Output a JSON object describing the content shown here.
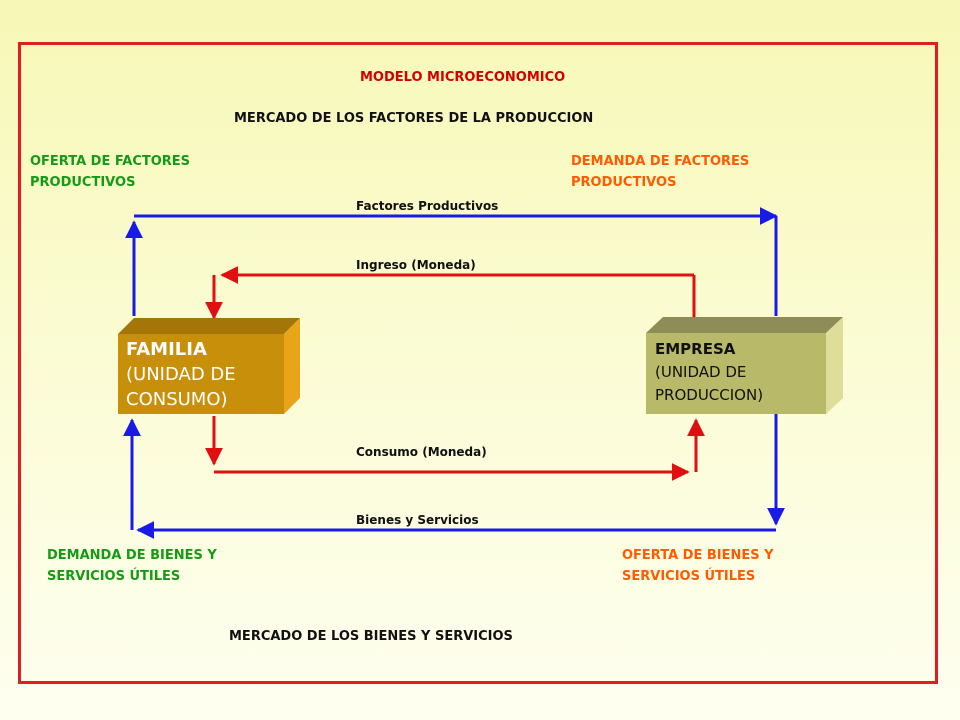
{
  "title": "MODELO MICROECONOMICO",
  "market_factors": "MERCADO DE LOS FACTORES DE LA PRODUCCION",
  "market_goods": "MERCADO DE LOS BIENES Y SERVICIOS",
  "top_left": [
    "OFERTA DE FACTORES",
    "PRODUCTIVOS"
  ],
  "top_right": [
    "DEMANDA DE FACTORES",
    "PRODUCTIVOS"
  ],
  "bottom_left": [
    "DEMANDA DE BIENES Y",
    "SERVICIOS ÚTILES"
  ],
  "bottom_right": [
    "OFERTA DE BIENES Y",
    "SERVICIOS ÚTILES"
  ],
  "flows": {
    "factors": "Factores Productivos",
    "income": "Ingreso (Moneda)",
    "consumption": "Consumo (Moneda)",
    "goods": "Bienes y Servicios"
  },
  "familia": {
    "title": "FAMILIA",
    "line1": "(UNIDAD DE",
    "line2": "CONSUMO)"
  },
  "empresa": {
    "title": "EMPRESA",
    "line1": "(UNIDAD DE",
    "line2": "PRODUCCION)"
  },
  "colors": {
    "frame": "#e31b23",
    "blue_flow": "#1a1ae6",
    "red_flow": "#e01010",
    "familia_front": "#c8900a",
    "familia_top": "#a47508",
    "familia_side": "#e8a51a",
    "empresa_front": "#b9b96a",
    "empresa_top": "#8f8d57",
    "empresa_side": "#dede9a"
  }
}
